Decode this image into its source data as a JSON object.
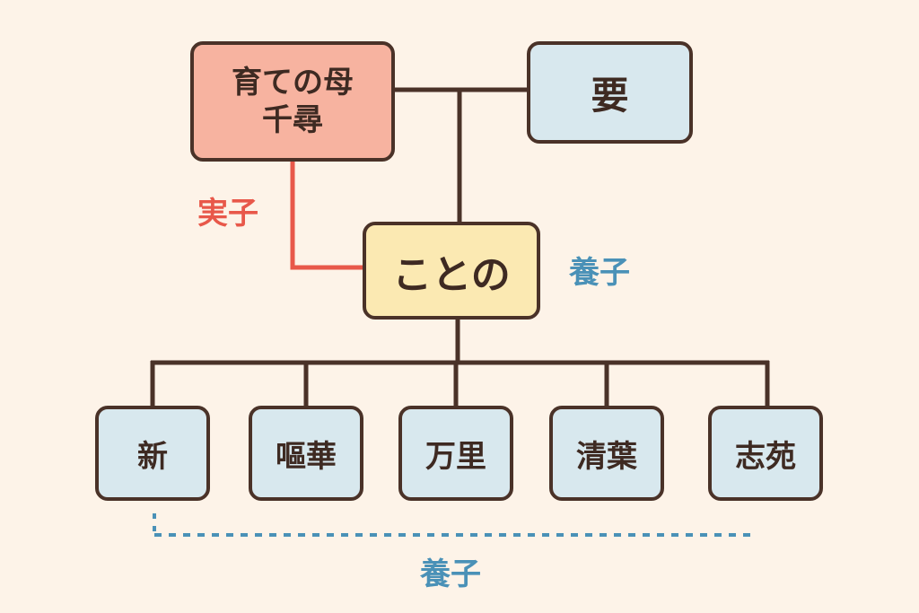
{
  "colors": {
    "background": "#fdf3e8",
    "line": "#4a3228",
    "real_child_line": "#e8584a",
    "adopted_dotted_line": "#4a91b7",
    "mother_fill": "#f7b3a0",
    "center_fill": "#fbe9b2",
    "node_fill": "#d8e8ee"
  },
  "nodes": {
    "mother": {
      "line1": "育ての母",
      "line2": "千尋"
    },
    "kaname": {
      "label": "要"
    },
    "kotono": {
      "label": "ことの"
    }
  },
  "children": [
    {
      "label": "新"
    },
    {
      "label": "嘔華"
    },
    {
      "label": "万里"
    },
    {
      "label": "清葉"
    },
    {
      "label": "志苑"
    }
  ],
  "labels": {
    "real_child": "実子",
    "adopted_top": "養子",
    "adopted_bottom": "養子"
  }
}
